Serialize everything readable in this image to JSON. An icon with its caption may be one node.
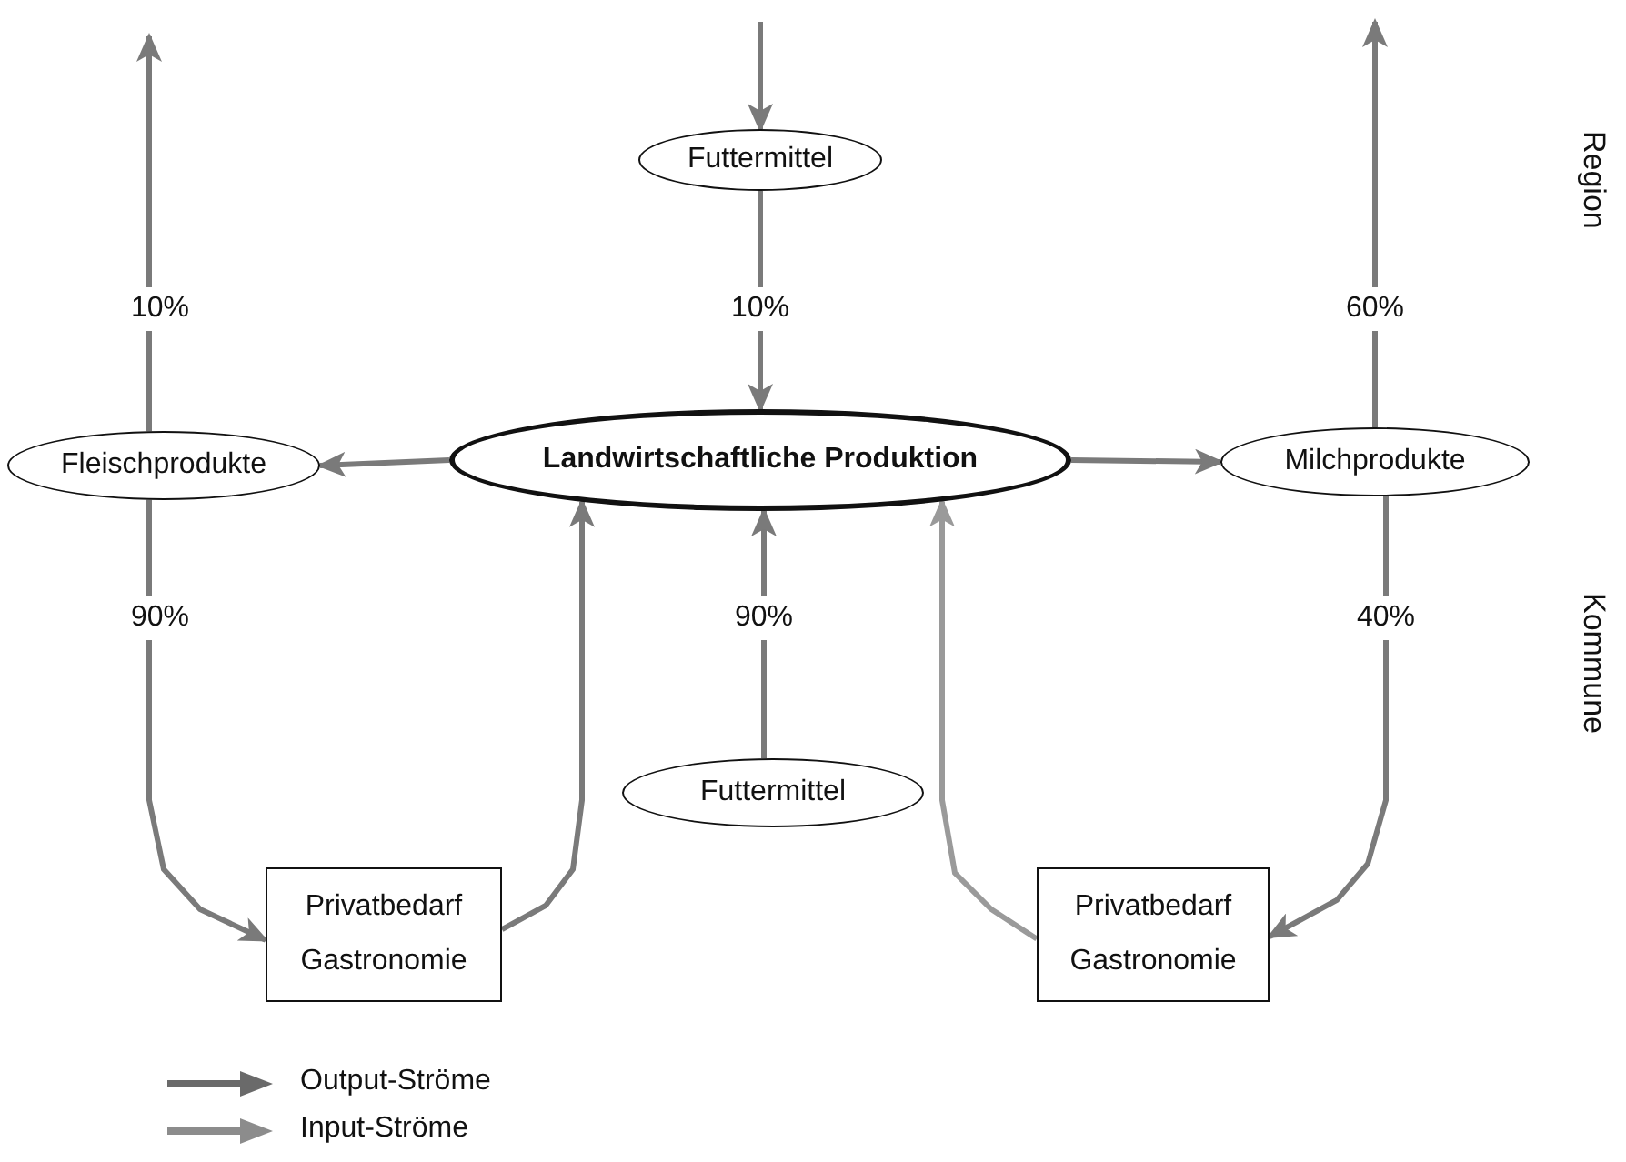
{
  "diagram": {
    "nodes": [
      {
        "text": [
          "Futtermittel"
        ]
      },
      {
        "text": [
          "Landwirtschaftliche Produktion"
        ]
      },
      {
        "text": [
          "Fleischprodukte"
        ]
      },
      {
        "text": [
          "Milchprodukte"
        ]
      },
      {
        "text": [
          "Futtermittel"
        ]
      },
      {
        "text": [
          "Privatbedarf Gastronomie"
        ]
      },
      {
        "text": [
          "Privatbedarf Gastronomie"
        ]
      }
    ],
    "edges": [
      {
        "from": null,
        "to": 0,
        "arrow": "to"
      },
      {
        "from": 0,
        "to": 1,
        "arrow": "to",
        "label": "10%"
      },
      {
        "from": 1,
        "to": 2,
        "arrow": "to"
      },
      {
        "from": 1,
        "to": 3,
        "arrow": "to"
      },
      {
        "from": 2,
        "to": null,
        "arrow": "to",
        "label": "10%"
      },
      {
        "from": 3,
        "to": null,
        "arrow": "to",
        "label": "60%"
      },
      {
        "from": 2,
        "to": 5,
        "arrow": "to",
        "label": "90%"
      },
      {
        "from": 5,
        "to": 1,
        "arrow": "to"
      },
      {
        "from": 4,
        "to": 1,
        "arrow": "to",
        "label": "90%"
      },
      {
        "from": 6,
        "to": 1,
        "arrow": "to",
        "color": "#9a9a9a"
      },
      {
        "from": 3,
        "to": 6,
        "arrow": "to",
        "label": "40%"
      }
    ],
    "labels": [
      "Region",
      "Kommune"
    ],
    "legend": [
      {
        "text": "Output-Ströme"
      },
      {
        "text": "Input-Ströme"
      }
    ]
  }
}
